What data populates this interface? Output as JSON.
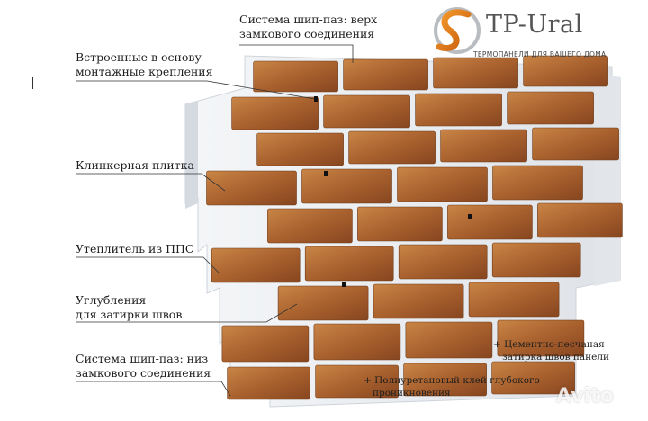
{
  "brand": {
    "name": "TP-Ural",
    "tagline": "ТЕРМОПАНЕЛИ ДЛЯ ВАШЕГО ДОМА"
  },
  "labels": {
    "tongue_top": [
      "Система шип-паз: верх",
      "замкового соединения"
    ],
    "fasteners": [
      "Встроенные в основу",
      "монтажные крепления"
    ],
    "clinker": [
      "Клинкерная плитка"
    ],
    "insulation": [
      "Утеплитель из ППС"
    ],
    "grooves": [
      "Углубления",
      "для затирки швов"
    ],
    "tongue_bottom": [
      "Система шип-паз: низ",
      "замкового соединения"
    ]
  },
  "notes": {
    "grout": [
      "+ Цементно-песчаная",
      "затирка швов панели"
    ],
    "glue": [
      "+ Полиуретановый клей глубокого",
      "проникновения"
    ]
  },
  "watermark": "Avito",
  "colors": {
    "brick_light": "#b8743a",
    "brick_dark": "#8a4a22",
    "foam": "#eef0f2",
    "logo_orange": "#e07a1a"
  }
}
